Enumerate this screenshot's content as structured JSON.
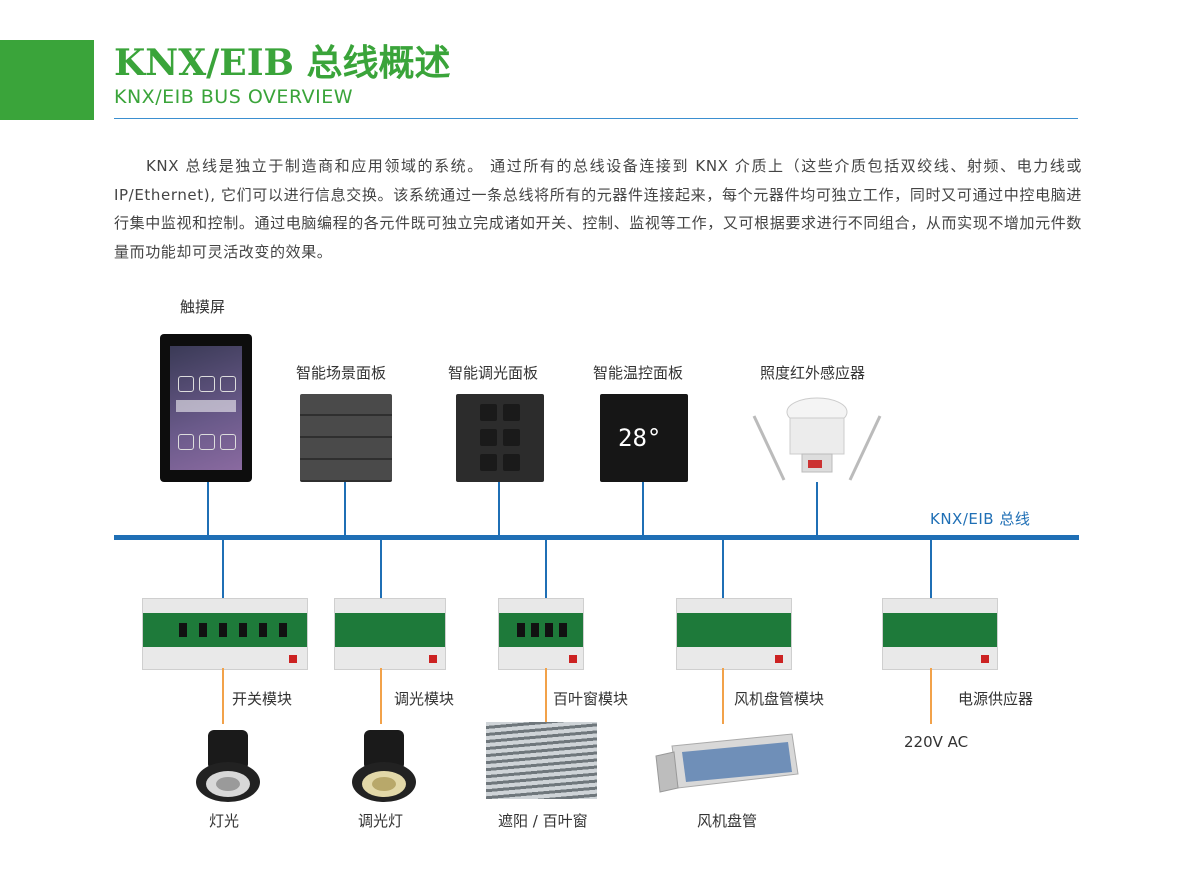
{
  "header": {
    "title": "KNX/EIB 总线概述",
    "subtitle": "KNX/EIB BUS OVERVIEW"
  },
  "intro": "KNX 总线是独立于制造商和应用领域的系统。 通过所有的总线设备连接到 KNX 介质上（这些介质包括双绞线、射频、电力线或 IP/Ethernet), 它们可以进行信息交换。该系统通过一条总线将所有的元器件连接起来，每个元器件均可独立工作，同时又可通过中控电脑进行集中监视和控制。通过电脑编程的各元件既可独立完成诸如开关、控制、监视等工作，又可根据要求进行不同组合，从而实现不增加元件数量而功能却可灵活改变的效果。",
  "bus_label": "KNX/EIB 总线",
  "devices_top": [
    {
      "label": "触摸屏"
    },
    {
      "label": "智能场景面板"
    },
    {
      "label": "智能调光面板"
    },
    {
      "label": "智能温控面板"
    },
    {
      "label": "照度红外感应器"
    }
  ],
  "thermostat_display": "28°",
  "modules": [
    {
      "label": "开关模块"
    },
    {
      "label": "调光模块"
    },
    {
      "label": "百叶窗模块"
    },
    {
      "label": "风机盘管模块"
    },
    {
      "label": "电源供应器"
    }
  ],
  "loads": [
    {
      "label": "灯光"
    },
    {
      "label": "调光灯"
    },
    {
      "label": "遮阳 / 百叶窗"
    },
    {
      "label": "风机盘管"
    }
  ],
  "power_input": "220V AC",
  "colors": {
    "brand_green": "#3aa43a",
    "bus_blue": "#1f6fb5",
    "load_orange": "#f2a24a"
  }
}
